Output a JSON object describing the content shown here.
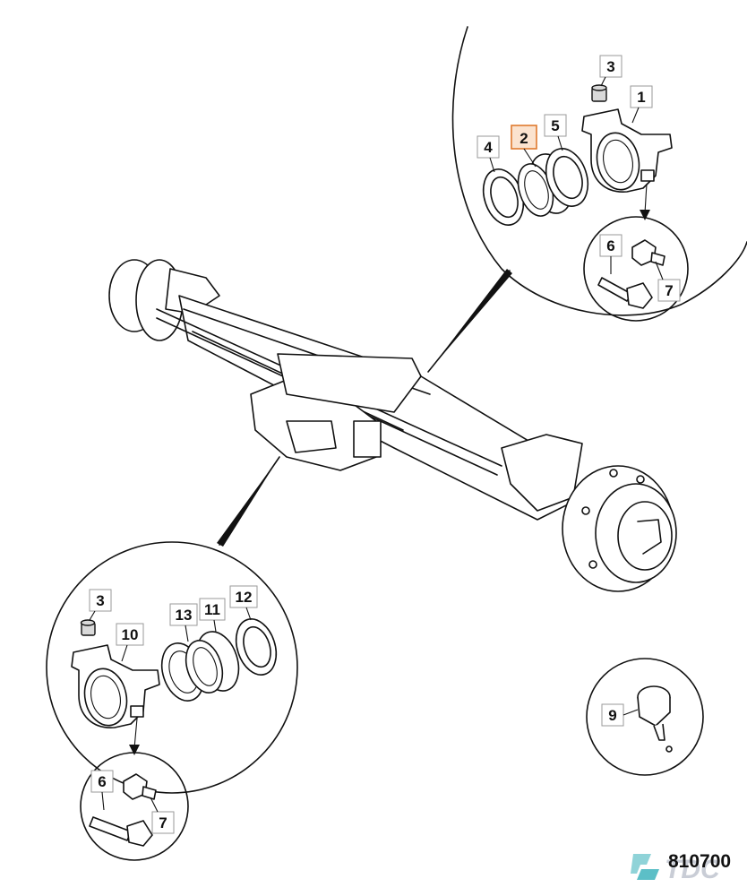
{
  "diagram": {
    "reference_number": "810700",
    "watermark": "TDC",
    "highlight_color": "#e07a2e",
    "callouts": [
      {
        "id": "c1",
        "label": "1",
        "highlighted": false
      },
      {
        "id": "c2",
        "label": "2",
        "highlighted": true
      },
      {
        "id": "c3a",
        "label": "3",
        "highlighted": false
      },
      {
        "id": "c4",
        "label": "4",
        "highlighted": false
      },
      {
        "id": "c5",
        "label": "5",
        "highlighted": false
      },
      {
        "id": "c6a",
        "label": "6",
        "highlighted": false
      },
      {
        "id": "c7a",
        "label": "7",
        "highlighted": false
      },
      {
        "id": "c3b",
        "label": "3",
        "highlighted": false
      },
      {
        "id": "c10",
        "label": "10",
        "highlighted": false
      },
      {
        "id": "c13",
        "label": "13",
        "highlighted": false
      },
      {
        "id": "c11",
        "label": "11",
        "highlighted": false
      },
      {
        "id": "c12",
        "label": "12",
        "highlighted": false
      },
      {
        "id": "c6b",
        "label": "6",
        "highlighted": false
      },
      {
        "id": "c7b",
        "label": "7",
        "highlighted": false
      },
      {
        "id": "c9",
        "label": "9",
        "highlighted": false
      }
    ]
  }
}
